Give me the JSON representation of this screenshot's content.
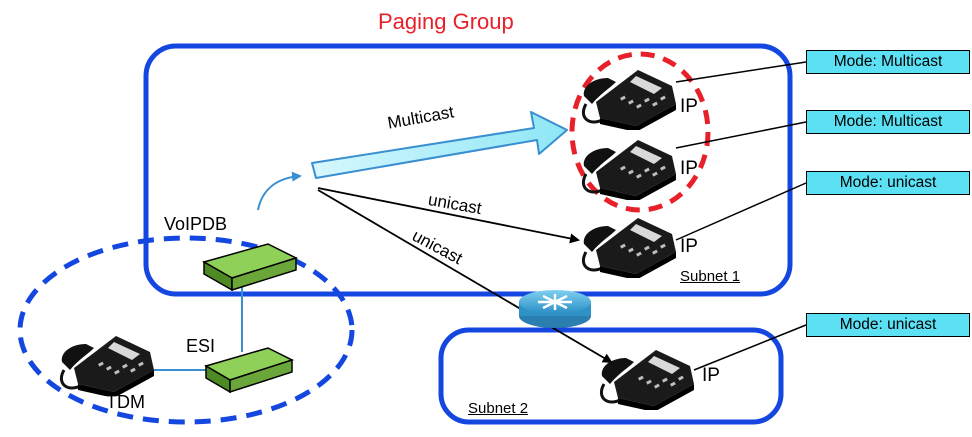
{
  "title": "Paging Group",
  "subnets": {
    "subnet1": "Subnet 1",
    "subnet2": "Subnet 2"
  },
  "devices": {
    "voipdb": "VoIPDB",
    "esi": "ESI",
    "tdm": "TDM",
    "phone_ip_label": "IP"
  },
  "flows": {
    "multicast": "Multicast",
    "unicast_1": "unicast",
    "unicast_2": "unicast"
  },
  "modes": [
    {
      "label": "Mode: Multicast"
    },
    {
      "label": "Mode: Multicast"
    },
    {
      "label": "Mode: unicast"
    },
    {
      "label": "Mode: unicast"
    }
  ],
  "colors": {
    "frame_blue": "#1446e0",
    "multicast_ring": "#e8202a",
    "mode_fill": "#5ce0f4",
    "multicast_arrow": "#b4f2fb",
    "device_green": "#7cc24a",
    "router": "#45b4e2"
  },
  "icons": {
    "phone": "desk-phone-icon",
    "router": "router-icon",
    "voipdb": "voip-daughterboard-icon",
    "esi": "esi-module-icon"
  }
}
